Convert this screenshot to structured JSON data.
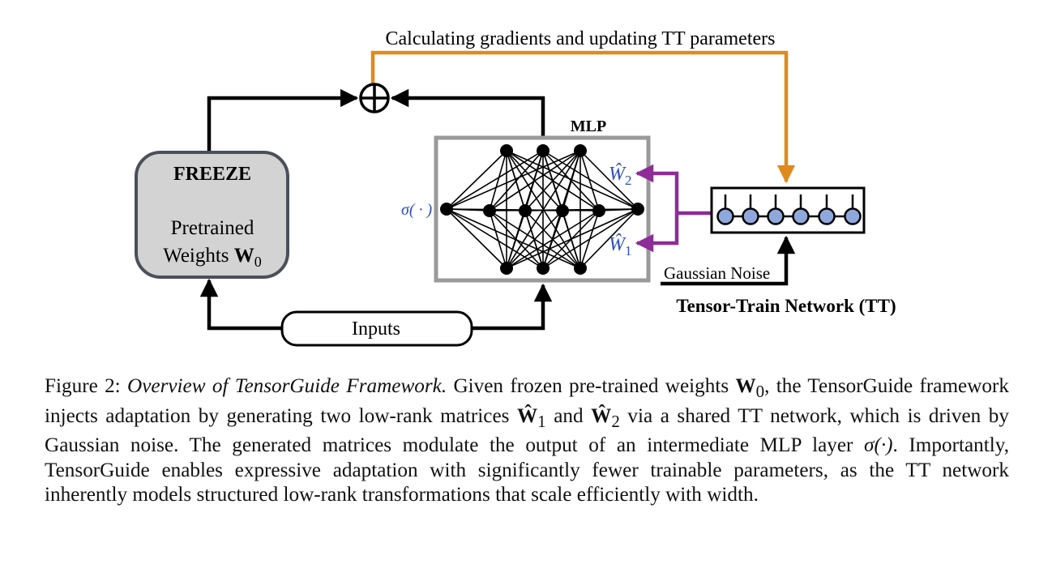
{
  "figure": {
    "top_label": "Calculating gradients and updating TT parameters",
    "freeze_label": "FREEZE",
    "pretrained_line1": "Pretrained",
    "pretrained_line2": "Weights",
    "w0_symbol": "W",
    "w0_sub": "0",
    "mlp_label": "MLP",
    "sigma_label": "σ( · )",
    "w2_symbol": "Ŵ",
    "w2_sub": "2",
    "w1_symbol": "Ŵ",
    "w1_sub": "1",
    "inputs_label": "Inputs",
    "gaussian_label": "Gaussian Noise",
    "tt_label": "Tensor-Train Network (TT)",
    "colors": {
      "gradient_arrow": "#e08a1e",
      "adapter_arrow": "#8e2c98",
      "tt_node": "#8fa8dc",
      "freeze_fill": "#d3d3d3"
    }
  },
  "caption": {
    "figure_num": "Figure 2:",
    "title": "Overview of TensorGuide Framework.",
    "p1": " Given frozen pre-trained weights ",
    "w0": "W",
    "w0_sub": "0",
    "p2": ", the TensorGuide framework injects adaptation by generating two low-rank matrices ",
    "w1": "Ŵ",
    "w1_sub": "1",
    "and": " and ",
    "w2": "Ŵ",
    "w2_sub": "2",
    "p3": " via a shared TT network, which is driven by Gaussian noise. The generated matrices modulate the output of an intermediate MLP layer ",
    "sigma": "σ(·)",
    "p4": ". Importantly, TensorGuide enables expressive adaptation with significantly fewer trainable parameters, as the TT network inherently models structured low-rank transformations that scale efficiently with width."
  }
}
